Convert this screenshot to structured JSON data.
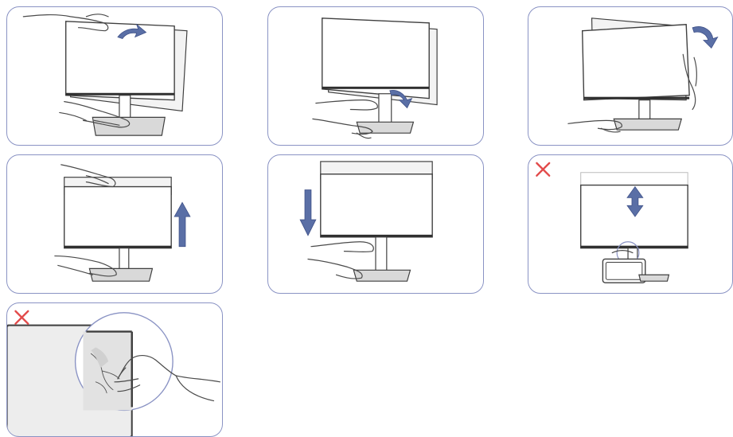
{
  "panels": [
    {
      "id": "tilt",
      "prohibited": false
    },
    {
      "id": "swivel",
      "prohibited": false
    },
    {
      "id": "pivot",
      "prohibited": false
    },
    {
      "id": "raise",
      "prohibited": false
    },
    {
      "id": "lower",
      "prohibited": false
    },
    {
      "id": "adjust-holding-stand",
      "prohibited": true
    },
    {
      "id": "press-screen",
      "prohibited": true
    }
  ],
  "colors": {
    "panel_border": "#8a93c4",
    "arrow": "#5a6fa6",
    "prohibited_mark": "#e24a4a",
    "line_art": "#4a4a4a"
  },
  "icons": {
    "prohibited": "x-mark-icon",
    "motion": "arrow-icon"
  }
}
